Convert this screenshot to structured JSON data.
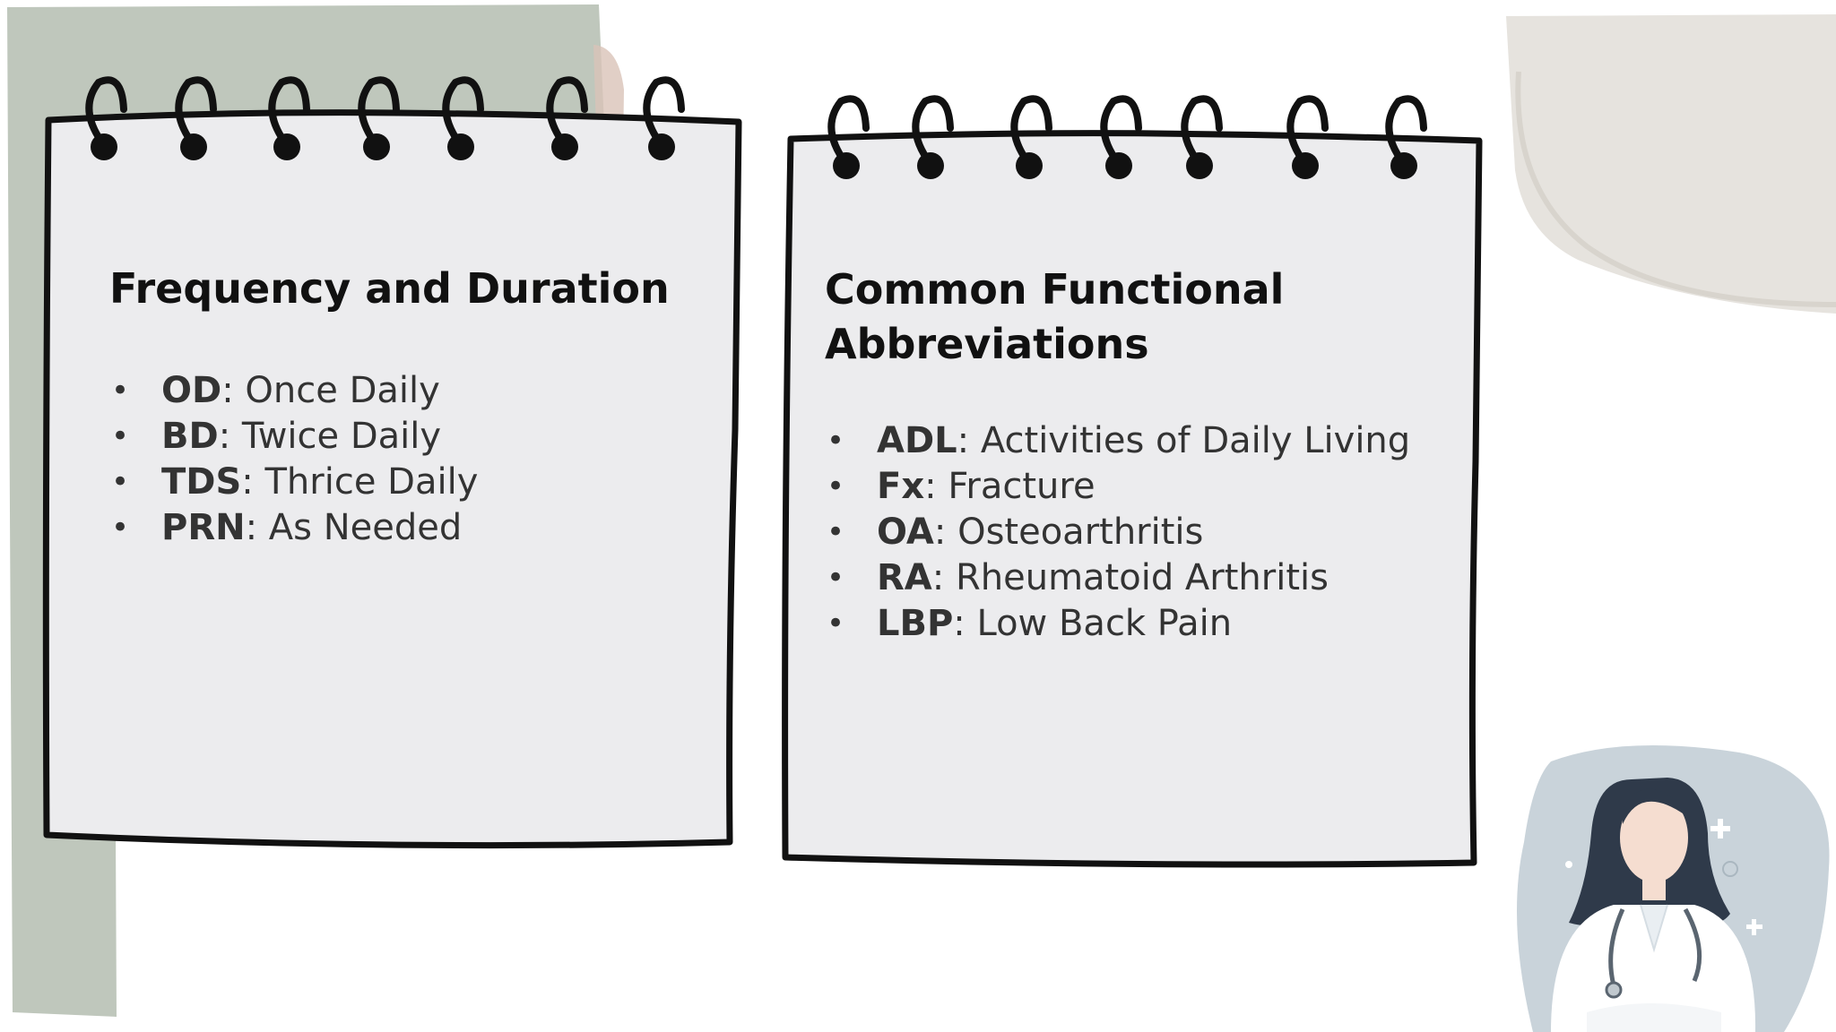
{
  "cards": [
    {
      "title": "Frequency and Duration",
      "items": [
        {
          "code": "OD",
          "meaning": "Once Daily"
        },
        {
          "code": "BD",
          "meaning": "Twice Daily"
        },
        {
          "code": "TDS",
          "meaning": "Thrice Daily"
        },
        {
          "code": "PRN",
          "meaning": "As Needed"
        }
      ]
    },
    {
      "title": "Common Functional Abbreviations",
      "items": [
        {
          "code": "ADL",
          "meaning": "Activities of Daily Living"
        },
        {
          "code": "Fx",
          "meaning": "Fracture"
        },
        {
          "code": "OA",
          "meaning": "Osteoarthritis"
        },
        {
          "code": "RA",
          "meaning": "Rheumatoid Arthritis"
        },
        {
          "code": "LBP",
          "meaning": "Low Back Pain"
        }
      ]
    }
  ],
  "colors": {
    "background": "#ffffff",
    "sage_green": "#bfc7bc",
    "paper": "#ececee",
    "ink": "#111111",
    "text": "#333333"
  },
  "icons": [
    "spiral-ring-icon",
    "doctor-illustration",
    "plus-sparkle-icon"
  ]
}
